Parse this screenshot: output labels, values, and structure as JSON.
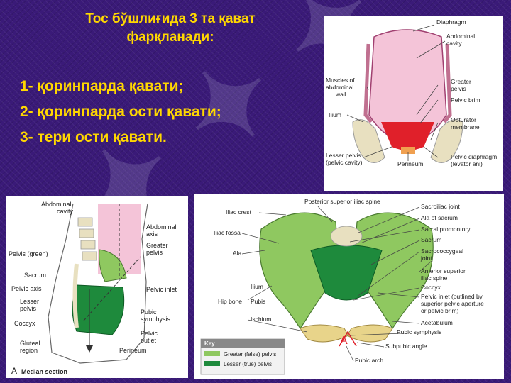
{
  "slide": {
    "title_line1": "Тос бўшлиғида 3 та қават",
    "title_line2": "фарқланади:",
    "items": [
      "1- қоринпарда қавати;",
      "2- қоринпарда ости қавати;",
      "3- тери ости қавати."
    ]
  },
  "fig_abdomen": {
    "labels": {
      "diaphragm": "Diaphragm",
      "abdominal_cavity_1": "Abdominal",
      "abdominal_cavity_2": "cavity",
      "muscles_1": "Muscles of",
      "muscles_2": "abdominal",
      "muscles_3": "wall",
      "greater_pelvis_1": "Greater",
      "greater_pelvis_2": "pelvis",
      "pelvic_brim": "Pelvic brim",
      "ilium": "Ilium",
      "obturator_1": "Obturator",
      "obturator_2": "membrane",
      "lesser_pelvis_1": "Lesser pelvis",
      "lesser_pelvis_2": "(pelvic cavity)",
      "perineum": "Perineum",
      "pelvic_diaphragm_1": "Pelvic diaphragm",
      "pelvic_diaphragm_2": "(levator ani)"
    }
  },
  "fig_median": {
    "labels": {
      "abdominal_cavity_1": "Abdominal",
      "abdominal_cavity_2": "cavity",
      "abdominal_axis_1": "Abdominal",
      "abdominal_axis_2": "axis",
      "pelvis_green": "Pelvis (green)",
      "greater_pelvis_1": "Greater",
      "greater_pelvis_2": "pelvis",
      "sacrum": "Sacrum",
      "pelvic_axis": "Pelvic axis",
      "pelvic_inlet": "Pelvic inlet",
      "lesser_pelvis_1": "Lesser",
      "lesser_pelvis_2": "pelvis",
      "pubic_symphysis_1": "Pubic",
      "pubic_symphysis_2": "symphysis",
      "coccyx": "Coccyx",
      "pelvic_outlet_1": "Pelvic",
      "pelvic_outlet_2": "outlet",
      "gluteal_1": "Gluteal",
      "gluteal_2": "region",
      "perineum": "Perineum",
      "letter": "A",
      "caption": "Median section"
    }
  },
  "fig_pelvis": {
    "labels": {
      "psis": "Posterior superior iliac spine",
      "sacroiliac": "Sacroiliac joint",
      "iliac_crest": "Iliac crest",
      "ala_sacrum": "Ala of sacrum",
      "iliac_fossa": "Iliac fossa",
      "sacral_promontory": "Sacral promontory",
      "sacrum": "Sacrum",
      "ala": "Ala",
      "sacrococcygeal_1": "Sacrococcygeal",
      "sacrococcygeal_2": "joint",
      "asis_1": "Anterior superior",
      "asis_2": "iliac spine",
      "ilium": "Ilium",
      "coccyx": "Coccyx",
      "hip_bone": "Hip bone",
      "pubis": "Pubis",
      "pelvic_inlet_1": "Pelvic inlet (outlined by",
      "pelvic_inlet_2": "superior pelvic aperture",
      "pelvic_inlet_3": "or pelvic brim)",
      "ischium": "Ischium",
      "acetabulum": "Acetabulum",
      "pubic_symphysis": "Pubic symphysis",
      "subpubic_angle": "Subpubic angle",
      "pubic_arch": "Pubic arch",
      "key_title": "Key",
      "key_greater": "Greater (false) pelvis",
      "key_lesser": "Lesser (true) pelvis",
      "angle_letter": "A"
    }
  },
  "colors": {
    "background": "#3a1a78",
    "heading": "#ffd700",
    "bone": "#e8e0c0",
    "greater_pelvis": "#8fc860",
    "lesser_pelvis": "#1e8a3c",
    "cavity_pink": "#f4c4d8",
    "red": "#e0202a"
  }
}
